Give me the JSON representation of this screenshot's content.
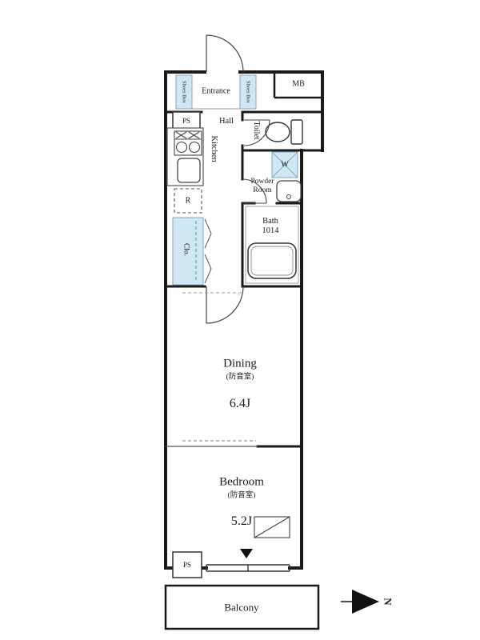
{
  "plan_labels": {
    "mb": "MB",
    "entrance": "Entrance",
    "shoes_box_left": "Shoes Box",
    "shoes_box_right": "Shoes Box",
    "ps_top": "PS",
    "hall": "Hall",
    "kitchen": "Kitchen",
    "toilet": "Toilet",
    "washer": "W",
    "powder_room_line1": "Powder",
    "powder_room_line2": "Room",
    "refrigerator": "R",
    "bath_line1": "Bath",
    "bath_line2": "1014",
    "closet": "Clo.",
    "ps_bottom": "PS",
    "balcony": "Balcony"
  },
  "rooms": {
    "dining": {
      "name": "Dining",
      "note": "(防音室)",
      "size": "6.4J"
    },
    "bedroom": {
      "name": "Bedroom",
      "note": "(防音室)",
      "size": "5.2J"
    }
  },
  "compass": {
    "north": "N"
  },
  "colors": {
    "wall": "#1a1a1a",
    "fixture_blue": "#cfe8f4"
  }
}
